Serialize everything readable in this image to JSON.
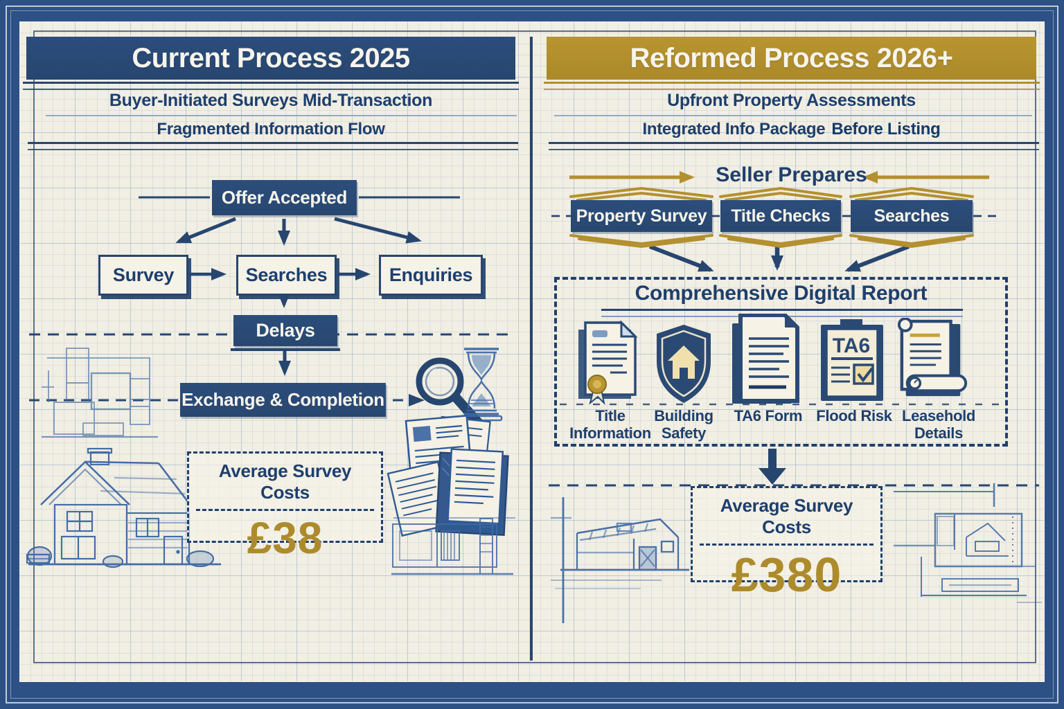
{
  "colors": {
    "navy": "#27466f",
    "gold": "#b3902f",
    "gold_text": "#ad8b2c",
    "paper": "#f1eee3"
  },
  "left_panel": {
    "title": "Current Process 2025",
    "subtitle1": "Buyer-Initiated Surveys Mid-Transaction",
    "subtitle2": "Fragmented Information Flow",
    "flow": {
      "offer_accepted": "Offer Accepted",
      "survey": "Survey",
      "searches": "Searches",
      "enquiries": "Enquiries",
      "delays": "Delays",
      "exchange_completion": "Exchange & Completion"
    },
    "cost_box": {
      "label": "Average Survey Costs",
      "value": "£38"
    }
  },
  "right_panel": {
    "title": "Reformed Process 2026+",
    "subtitle1": "Upfront Property Assessments",
    "subtitle2_regular": "Integrated Info Package",
    "subtitle2_bold": "Before Listing",
    "seller_prepares": "Seller Prepares",
    "prep_boxes": [
      "Property Survey",
      "Title Checks",
      "Searches"
    ],
    "report": {
      "title": "Comprehensive Digital Report",
      "items": [
        {
          "label": "Title Information",
          "icon": "certificate-icon"
        },
        {
          "label": "Building Safety",
          "icon": "shield-house-icon"
        },
        {
          "label": "TA6 Form",
          "icon": "document-icon"
        },
        {
          "label": "Flood Risk",
          "icon": "ta6-checklist-icon",
          "badge": "TA6"
        },
        {
          "label": "Leasehold Details",
          "icon": "scroll-icon"
        }
      ]
    },
    "cost_box": {
      "label": "Average Survey Costs",
      "value": "£380"
    }
  },
  "decorations": [
    "house-sketch",
    "floorplan-sketch-left",
    "floorplan-sketch-right",
    "barn-sketch",
    "elevation-sketch",
    "documents-icon",
    "magnifier-icon",
    "hourglass-icon"
  ]
}
